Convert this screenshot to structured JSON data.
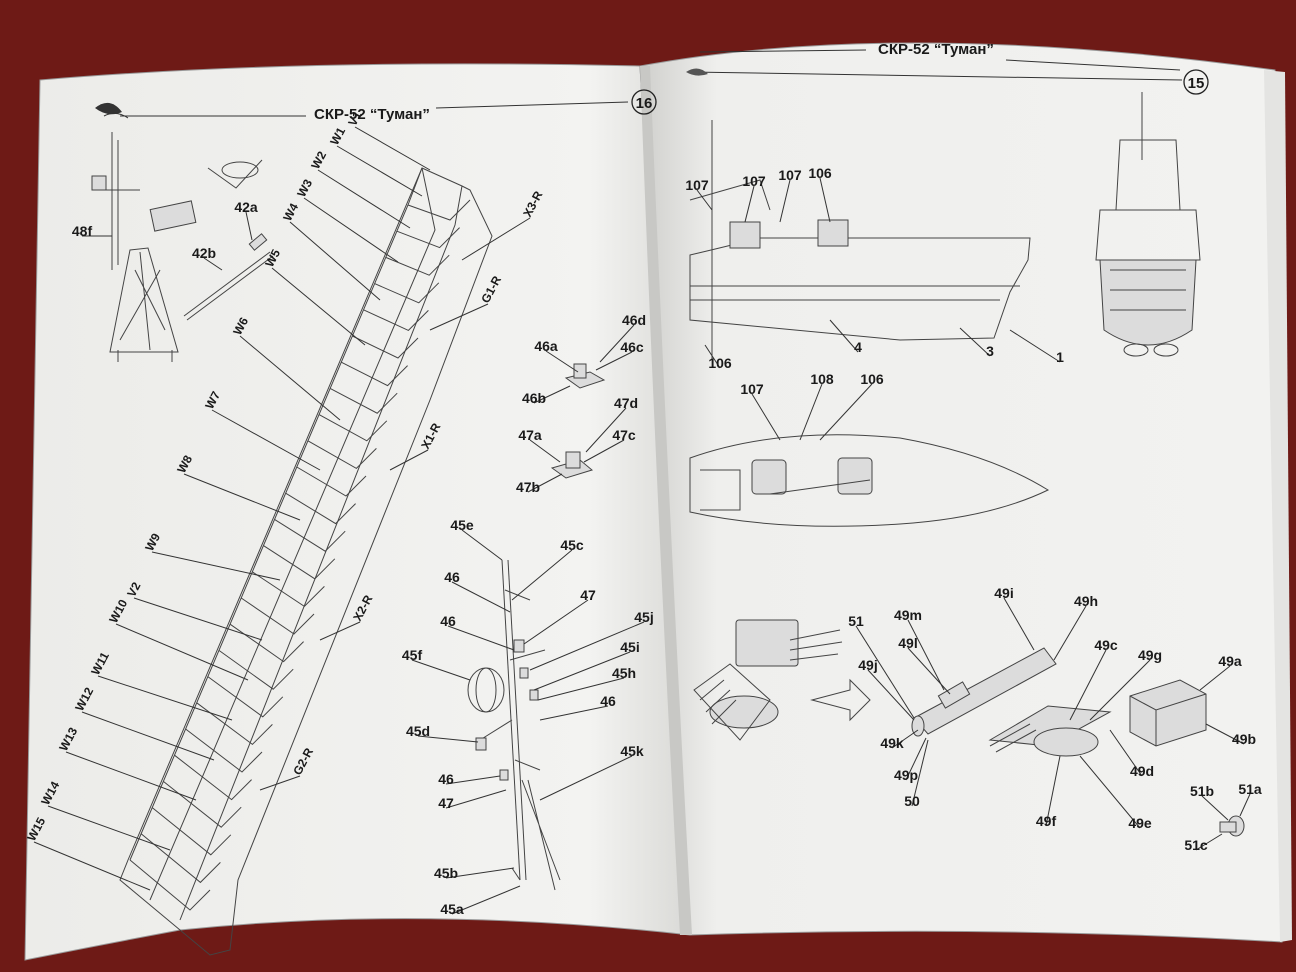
{
  "left_page": {
    "title": "СКР-52 “Туман”",
    "page_number": "16",
    "logo_icon": "publisher-logo-icon",
    "labels": [
      {
        "id": "V1",
        "text": "V1",
        "angle": -62
      },
      {
        "id": "W1",
        "text": "W1",
        "angle": -62
      },
      {
        "id": "W2",
        "text": "W2",
        "angle": -62
      },
      {
        "id": "W3",
        "text": "W3",
        "angle": -62
      },
      {
        "id": "W4",
        "text": "W4",
        "angle": -62
      },
      {
        "id": "W5",
        "text": "W5",
        "angle": -62
      },
      {
        "id": "W6",
        "text": "W6",
        "angle": -62
      },
      {
        "id": "W7",
        "text": "W7",
        "angle": -62
      },
      {
        "id": "W8",
        "text": "W8",
        "angle": -62
      },
      {
        "id": "W9",
        "text": "W9",
        "angle": -62
      },
      {
        "id": "V2",
        "text": "V2",
        "angle": -62
      },
      {
        "id": "W10",
        "text": "W10",
        "angle": -62
      },
      {
        "id": "W11",
        "text": "W11",
        "angle": -62
      },
      {
        "id": "W12",
        "text": "W12",
        "angle": -62
      },
      {
        "id": "W13",
        "text": "W13",
        "angle": -62
      },
      {
        "id": "W14",
        "text": "W14",
        "angle": -62
      },
      {
        "id": "W15",
        "text": "W15",
        "angle": -62
      },
      {
        "id": "X3R",
        "text": "X3-R",
        "angle": -62
      },
      {
        "id": "G1R",
        "text": "G1-R",
        "angle": -62
      },
      {
        "id": "X1R",
        "text": "X1-R",
        "angle": -62
      },
      {
        "id": "X2R",
        "text": "X2-R",
        "angle": -62
      },
      {
        "id": "G2R",
        "text": "G2-R",
        "angle": -62
      },
      {
        "id": "48f",
        "text": "48f",
        "angle": 0
      },
      {
        "id": "42a",
        "text": "42a",
        "angle": 0
      },
      {
        "id": "42b",
        "text": "42b",
        "angle": 0
      },
      {
        "id": "46d",
        "text": "46d",
        "angle": 0
      },
      {
        "id": "46a",
        "text": "46a",
        "angle": 0
      },
      {
        "id": "46c",
        "text": "46c",
        "angle": 0
      },
      {
        "id": "46b",
        "text": "46b",
        "angle": 0
      },
      {
        "id": "47d",
        "text": "47d",
        "angle": 0
      },
      {
        "id": "47a",
        "text": "47a",
        "angle": 0
      },
      {
        "id": "47c",
        "text": "47c",
        "angle": 0
      },
      {
        "id": "47b",
        "text": "47b",
        "angle": 0
      },
      {
        "id": "45e",
        "text": "45e",
        "angle": 0
      },
      {
        "id": "45c",
        "text": "45c",
        "angle": 0
      },
      {
        "id": "46_1",
        "text": "46",
        "angle": 0
      },
      {
        "id": "47_1",
        "text": "47",
        "angle": 0
      },
      {
        "id": "46_2",
        "text": "46",
        "angle": 0
      },
      {
        "id": "45j",
        "text": "45j",
        "angle": 0
      },
      {
        "id": "45i",
        "text": "45i",
        "angle": 0
      },
      {
        "id": "45f",
        "text": "45f",
        "angle": 0
      },
      {
        "id": "45h",
        "text": "45h",
        "angle": 0
      },
      {
        "id": "46_3",
        "text": "46",
        "angle": 0
      },
      {
        "id": "45d",
        "text": "45d",
        "angle": 0
      },
      {
        "id": "45k",
        "text": "45k",
        "angle": 0
      },
      {
        "id": "46_4",
        "text": "46",
        "angle": 0
      },
      {
        "id": "47_2",
        "text": "47",
        "angle": 0
      },
      {
        "id": "45b",
        "text": "45b",
        "angle": 0
      },
      {
        "id": "45a",
        "text": "45a",
        "angle": 0
      }
    ]
  },
  "right_page": {
    "title": "СКР-52 “Туман”",
    "page_number": "15",
    "labels": [
      {
        "id": "r107a",
        "text": "107"
      },
      {
        "id": "r107b",
        "text": "107"
      },
      {
        "id": "r107c",
        "text": "107"
      },
      {
        "id": "r106a",
        "text": "106"
      },
      {
        "id": "r4",
        "text": "4"
      },
      {
        "id": "r3",
        "text": "3"
      },
      {
        "id": "r1",
        "text": "1"
      },
      {
        "id": "r106b",
        "text": "106"
      },
      {
        "id": "r107d",
        "text": "107"
      },
      {
        "id": "r108",
        "text": "108"
      },
      {
        "id": "r106c",
        "text": "106"
      },
      {
        "id": "r51",
        "text": "51"
      },
      {
        "id": "r49m",
        "text": "49m"
      },
      {
        "id": "r49i",
        "text": "49i"
      },
      {
        "id": "r49h",
        "text": "49h"
      },
      {
        "id": "r49l",
        "text": "49l"
      },
      {
        "id": "r49j",
        "text": "49j"
      },
      {
        "id": "r49c",
        "text": "49c"
      },
      {
        "id": "r49g",
        "text": "49g"
      },
      {
        "id": "r49a",
        "text": "49a"
      },
      {
        "id": "r49k",
        "text": "49k"
      },
      {
        "id": "r49p",
        "text": "49p"
      },
      {
        "id": "r49b",
        "text": "49b"
      },
      {
        "id": "r50",
        "text": "50"
      },
      {
        "id": "r49d",
        "text": "49d"
      },
      {
        "id": "r51b",
        "text": "51b"
      },
      {
        "id": "r51a",
        "text": "51a"
      },
      {
        "id": "r49f",
        "text": "49f"
      },
      {
        "id": "r49e",
        "text": "49e"
      },
      {
        "id": "r51c",
        "text": "51c"
      }
    ]
  },
  "colors": {
    "background": "#6e1a16",
    "paper": "#f1f1ef",
    "ink": "#1a1a1a"
  }
}
